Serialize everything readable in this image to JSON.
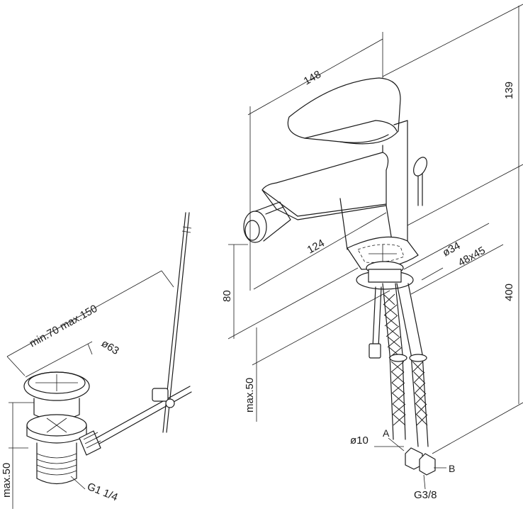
{
  "dimensions": {
    "width_top": "148",
    "height_spout": "139",
    "spout_reach": "124",
    "base_dia": "ø34",
    "base_size": "48x45",
    "spout_height": "80",
    "total_height": "400",
    "below_deck_max": "max.50",
    "hose_dia": "ø10",
    "thread": "G3/8",
    "label_a": "A",
    "label_b": "B"
  },
  "drain": {
    "reach": "min.70 max.150",
    "cap_dia": "ø63",
    "below_max": "max.50",
    "thread": "G1 1/4"
  }
}
